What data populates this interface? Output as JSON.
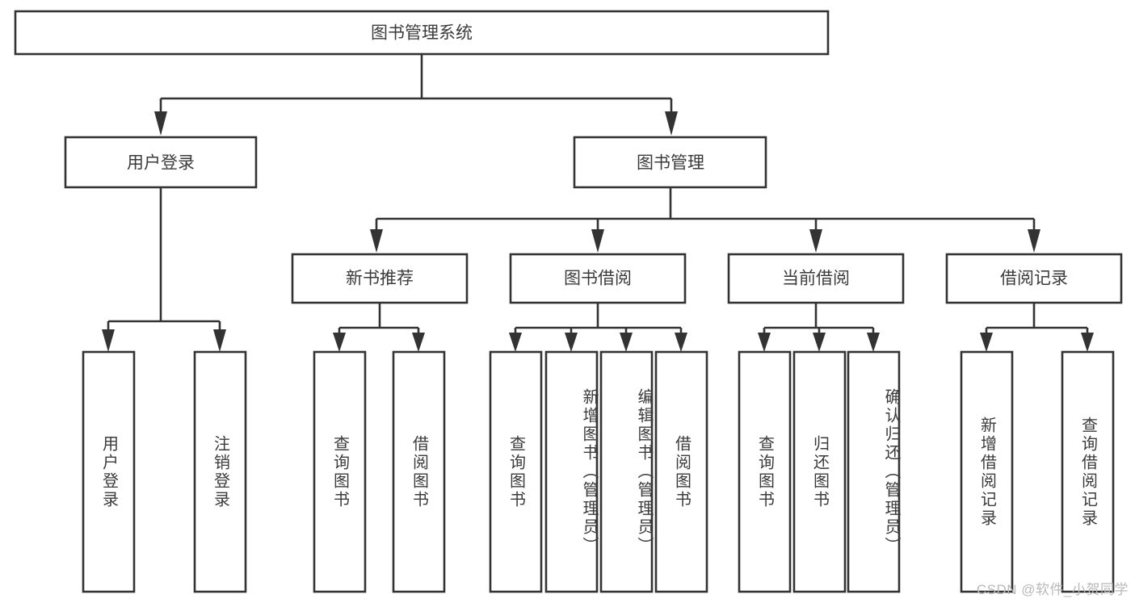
{
  "diagram": {
    "title": "图书管理系统",
    "type": "tree",
    "orientation": "top-down",
    "watermark": "CSDN @软件_小贺同学",
    "colors": {
      "box_stroke": "#333333",
      "box_fill": "#ffffff",
      "text": "#3b3b3b",
      "background": "#ffffff",
      "watermark": "#b9b9b9"
    },
    "root": {
      "id": "root",
      "label": "图书管理系统"
    },
    "level2": [
      {
        "id": "user-login",
        "label": "用户登录"
      },
      {
        "id": "book-management",
        "label": "图书管理"
      }
    ],
    "level3": [
      {
        "id": "new-book-recommend",
        "label": "新书推荐",
        "parent": "book-management"
      },
      {
        "id": "book-borrow",
        "label": "图书借阅",
        "parent": "book-management"
      },
      {
        "id": "current-borrow",
        "label": "当前借阅",
        "parent": "book-management"
      },
      {
        "id": "borrow-record",
        "label": "借阅记录",
        "parent": "book-management"
      }
    ],
    "leaves": [
      {
        "id": "leaf-user-login",
        "label": "用户登录",
        "parent": "user-login"
      },
      {
        "id": "leaf-logout-login",
        "label": "注销登录",
        "parent": "user-login"
      },
      {
        "id": "leaf-query-book-1",
        "label": "查询图书",
        "parent": "new-book-recommend"
      },
      {
        "id": "leaf-borrow-book-1",
        "label": "借阅图书",
        "parent": "new-book-recommend"
      },
      {
        "id": "leaf-query-book-2",
        "label": "查询图书",
        "parent": "book-borrow"
      },
      {
        "id": "leaf-add-book",
        "label": "新增图书（管理员）",
        "parent": "book-borrow"
      },
      {
        "id": "leaf-edit-book",
        "label": "编辑图书（管理员）",
        "parent": "book-borrow"
      },
      {
        "id": "leaf-borrow-book-2",
        "label": "借阅图书",
        "parent": "book-borrow"
      },
      {
        "id": "leaf-query-book-3",
        "label": "查询图书",
        "parent": "current-borrow"
      },
      {
        "id": "leaf-return-book",
        "label": "归还图书",
        "parent": "current-borrow"
      },
      {
        "id": "leaf-confirm-return",
        "label": "确认归还（管理员）",
        "parent": "current-borrow"
      },
      {
        "id": "leaf-add-record",
        "label": "新增借阅记录",
        "parent": "borrow-record"
      },
      {
        "id": "leaf-query-record",
        "label": "查询借阅记录",
        "parent": "borrow-record"
      }
    ]
  }
}
